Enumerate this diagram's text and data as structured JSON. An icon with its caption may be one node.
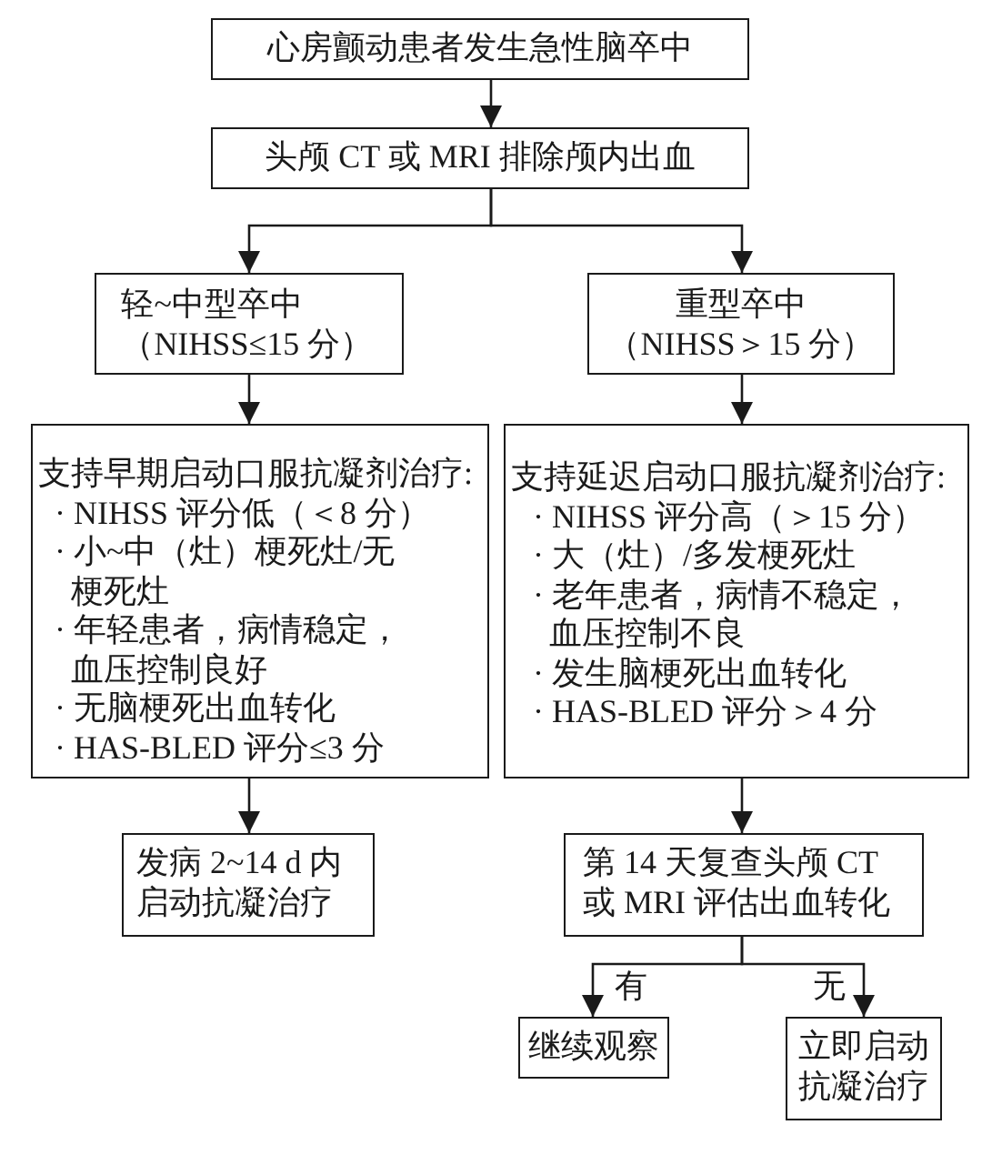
{
  "diagram": {
    "nodes": [
      {
        "text": [
          "心房颤动患者发生急性脑卒中"
        ]
      },
      {
        "text": [
          "头颅 CT 或 MRI 排除颅内出血"
        ]
      },
      {
        "text": [
          "轻~中型卒中",
          "（NIHSS≤15 分）"
        ]
      },
      {
        "text": [
          "重型卒中",
          "（NIHSS＞15 分）"
        ]
      },
      {
        "text": [
          "支持早期启动口服抗凝剂治疗:",
          "· NIHSS 评分低（＜8 分）",
          "· 小~中（灶）梗死灶/无梗死灶",
          "· 年轻患者，病情稳定，血压控制良好",
          "· 无脑梗死出血转化",
          "· HAS-BLED 评分≤3 分"
        ]
      },
      {
        "text": [
          "支持延迟启动口服抗凝剂治疗:",
          "· NIHSS 评分高（＞15 分）",
          "· 大（灶）/多发梗死灶",
          "· 老年患者，病情不稳定，血压控制不良",
          "· 发生脑梗死出血转化",
          "· HAS-BLED 评分＞4 分"
        ]
      },
      {
        "text": [
          "发病 2~14 d 内启动抗凝治疗"
        ]
      },
      {
        "text": [
          "第 14 天复查头颅 CT 或 MRI 评估出血转化"
        ]
      },
      {
        "text": [
          "继续观察"
        ]
      },
      {
        "text": [
          "立即启动抗凝治疗"
        ]
      }
    ],
    "edges": [
      {
        "from": 0,
        "to": 1,
        "arrow": "to"
      },
      {
        "from": 1,
        "to": 2,
        "arrow": "to"
      },
      {
        "from": 1,
        "to": 3,
        "arrow": "to"
      },
      {
        "from": 2,
        "to": 4,
        "arrow": "to"
      },
      {
        "from": 3,
        "to": 5,
        "arrow": "to"
      },
      {
        "from": 4,
        "to": 6,
        "arrow": "to"
      },
      {
        "from": 5,
        "to": 7,
        "arrow": "to"
      },
      {
        "from": 7,
        "to": 8,
        "arrow": "to",
        "label": "有"
      },
      {
        "from": 7,
        "to": 9,
        "arrow": "to",
        "label": "无"
      }
    ]
  }
}
